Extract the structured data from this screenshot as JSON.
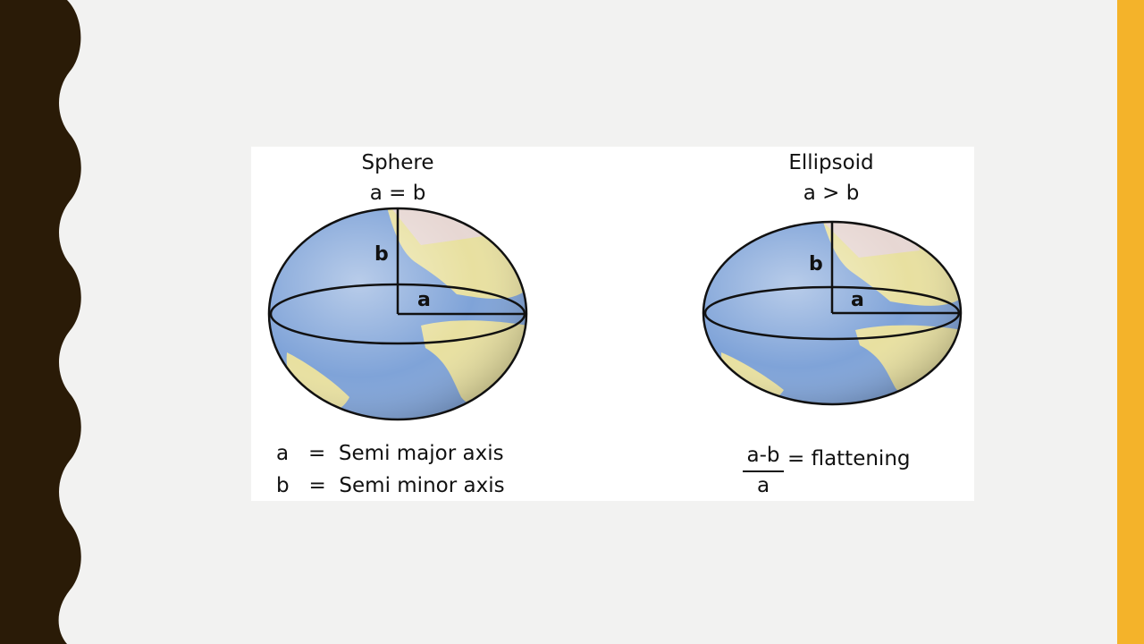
{
  "slide": {
    "colors": {
      "background": "#f2f2f1",
      "left_border": "#2a1b07",
      "right_band": "#f4b32a"
    }
  },
  "figure": {
    "sphere": {
      "title": "Sphere",
      "relation": "a = b",
      "label_a": "a",
      "label_b": "b",
      "legend": [
        "a   =  Semi major axis",
        "b   =  Semi minor axis"
      ]
    },
    "ellipsoid": {
      "title": "Ellipsoid",
      "relation": "a > b",
      "label_a": "a",
      "label_b": "b",
      "fraction_numerator": "a-b",
      "fraction_denominator": "a",
      "fraction_result": "= flattening"
    },
    "colors": {
      "ocean": "#7fa3d8",
      "land": "#e8e0a0",
      "outline": "#111111"
    }
  }
}
